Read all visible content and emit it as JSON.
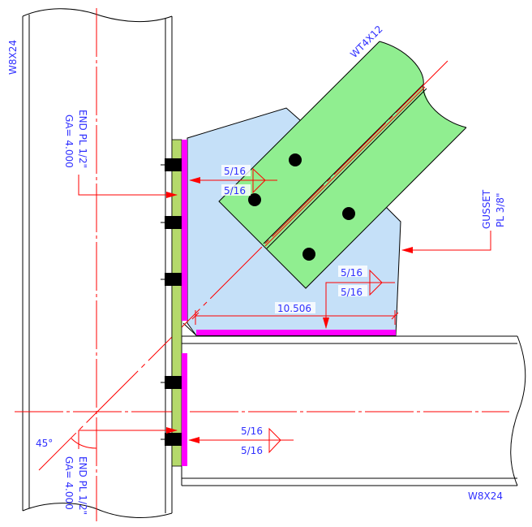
{
  "members": {
    "column_label": "W8X24",
    "beam_label": "W8X24",
    "brace_label": "WT4X12"
  },
  "gusset": {
    "line1": "GUSSET",
    "line2": "PL 3/8\""
  },
  "end_plate_upper": {
    "line1": "END PL 1/2\"",
    "line2": "GA= 4.000"
  },
  "end_plate_lower": {
    "line1": "END PL 1/2\"",
    "line2": "GA= 4.000",
    "angle": "45°"
  },
  "welds": [
    {
      "top": "5/16",
      "bottom": "5/16"
    },
    {
      "top": "5/16",
      "bottom": "5/16"
    },
    {
      "top": "5/16",
      "bottom": "5/16"
    }
  ],
  "dimension": {
    "gusset_length": "10.506"
  },
  "colors": {
    "gusset_fill": "#c5e0f8",
    "brace_fill": "#90ee90",
    "end_plate_fill": "#b5d96b",
    "weld": "#ff00ff",
    "annotation": "#ff0000",
    "label": "#3030ff"
  }
}
